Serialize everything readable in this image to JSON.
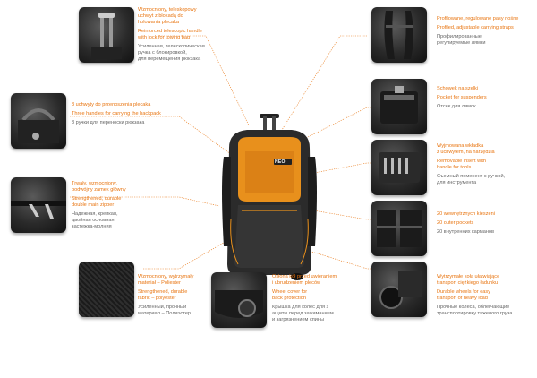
{
  "bag_label": "NEO",
  "accent_color": "#e87511",
  "features": [
    {
      "id": "handle",
      "icon": "telescopic-handle-icon",
      "pl": [
        "Wzmocniony, teleskopowy",
        "uchwyt z blokadą do",
        "holowania plecaka"
      ],
      "en": [
        "Reinforced telescopic handle",
        "with lock for towing bag"
      ],
      "ru": [
        "Усиленная, телескопическая",
        "ручка с блокировкой,",
        "для перемещения рюкзака"
      ]
    },
    {
      "id": "straps",
      "icon": "shoulder-straps-icon",
      "pl": [
        "Profilowane, regulowane pasy nośne"
      ],
      "en": [
        "Profiled, adjustable carrying straps"
      ],
      "ru": [
        "Профилированные,",
        "регулируемые лямки"
      ]
    },
    {
      "id": "carry-handles",
      "icon": "carry-handles-icon",
      "pl": [
        "3 uchwyty do przenoszenia plecaka"
      ],
      "en": [
        "Three handles for carrying the backpack"
      ],
      "ru": [
        "3 ручки для переноски рюкзака"
      ]
    },
    {
      "id": "suspenders",
      "icon": "suspender-pocket-icon",
      "pl": [
        "Schowek na szelki"
      ],
      "en": [
        "Pocket for suspenders"
      ],
      "ru": [
        "Отсек для лямок"
      ]
    },
    {
      "id": "insert",
      "icon": "tool-insert-icon",
      "pl": [
        "Wyjmowana wkładka",
        "z uchwytem, na narzędzia"
      ],
      "en": [
        "Removable insert with",
        "handle for tools"
      ],
      "ru": [
        "Съемный поменент с ручкой,",
        "для инструмента"
      ]
    },
    {
      "id": "zipper",
      "icon": "zipper-icon",
      "pl": [
        "Trwały, wzmocniony,",
        "podwójny zamek główny"
      ],
      "en": [
        "Strengthened, durable",
        "double main zipper"
      ],
      "ru": [
        "Надежная, крепкая,",
        "двойная основная",
        "застежка-молния"
      ]
    },
    {
      "id": "pockets",
      "icon": "pockets-icon",
      "pl": [
        "20 wewnętrznych kieszeni"
      ],
      "en": [
        "20 outer pockets"
      ],
      "ru": [
        "20 внутренних карманов"
      ]
    },
    {
      "id": "fabric",
      "icon": "fabric-texture-icon",
      "pl": [
        "Wzmocniony, wytrzymały",
        "materiał – Poliester"
      ],
      "en": [
        "Strengthened, durable",
        "fabric – polyester"
      ],
      "ru": [
        "Усиленный, прочный",
        "материал – Полиэстер"
      ]
    },
    {
      "id": "wheel-cover",
      "icon": "wheel-cover-icon",
      "pl": [
        "Osłona kół przed uwieraniem",
        "i ubrudzeniem pleców"
      ],
      "en": [
        "Wheel cover for",
        "back protection"
      ],
      "ru": [
        "Крышка для колес для з",
        "ащиты перед зажиманием",
        "и загрязнением спины"
      ]
    },
    {
      "id": "wheels",
      "icon": "wheels-icon",
      "pl": [
        "Wytrzymałe koła ułatwiające",
        "transport ciężkiego ładunku"
      ],
      "en": [
        "Durable wheels for easy",
        "transport of heavy load"
      ],
      "ru": [
        "Прочные колеса, облегчающие",
        "транспортировку тяжелого груза"
      ]
    }
  ]
}
